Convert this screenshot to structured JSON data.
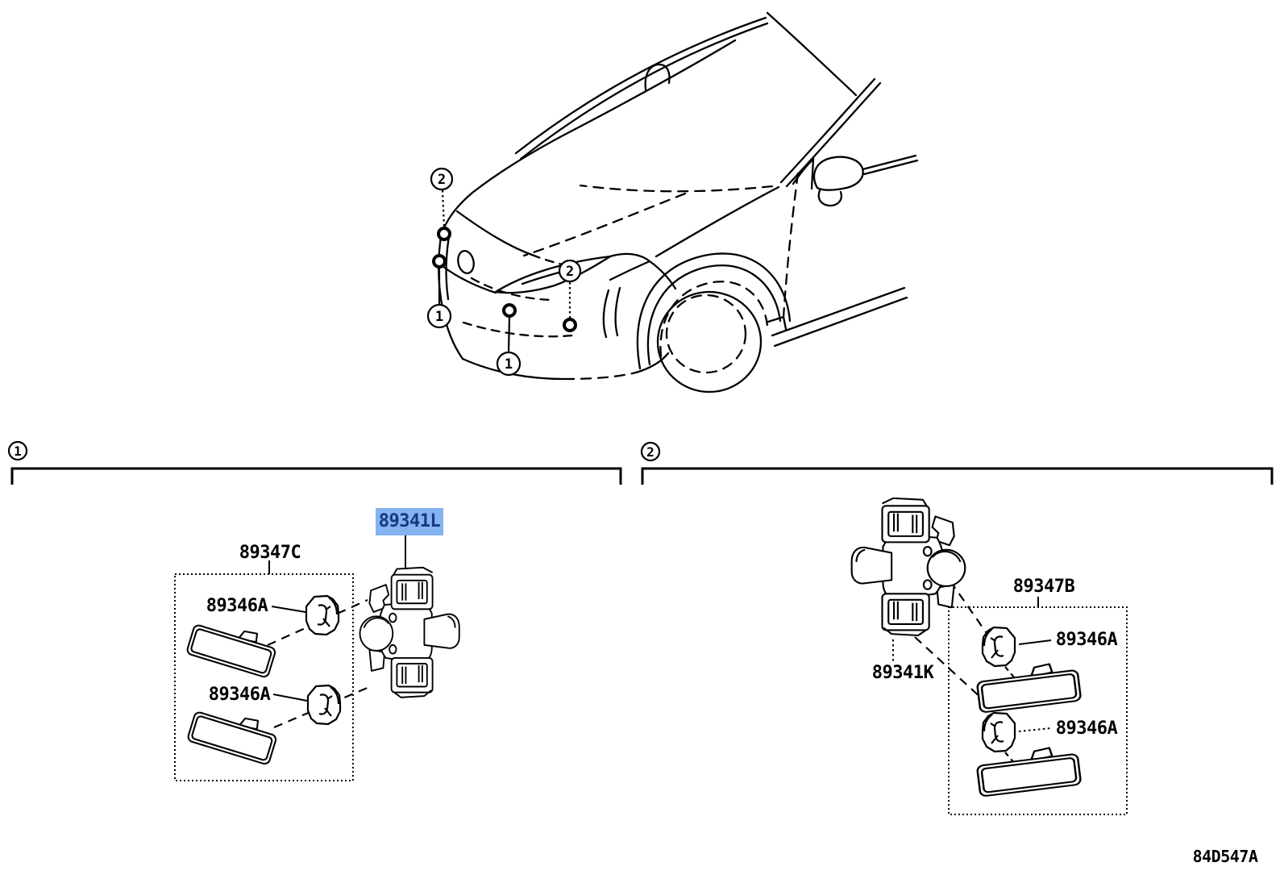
{
  "page": {
    "diagram_code": "84D547A",
    "background": "#ffffff"
  },
  "colors": {
    "line": "#000000",
    "label_text": "#000000",
    "highlight_bg": "#85B2F0",
    "highlight_text": "#173786"
  },
  "car_callouts": [
    {
      "id": "front-upper-corner",
      "label": "2"
    },
    {
      "id": "front-center-left",
      "label": "1"
    },
    {
      "id": "front-center-lower",
      "label": "1"
    },
    {
      "id": "front-right-corner",
      "label": "2"
    }
  ],
  "sections": [
    {
      "callout": "1",
      "parts": {
        "sensor": "89341L",
        "sensor_highlighted": true,
        "kit_label": "89347C",
        "clip_top": "89346A",
        "clip_bottom": "89346A"
      }
    },
    {
      "callout": "2",
      "parts": {
        "sensor": "89341K",
        "sensor_highlighted": false,
        "kit_label": "89347B",
        "clip_top": "89346A",
        "clip_bottom": "89346A"
      }
    }
  ]
}
